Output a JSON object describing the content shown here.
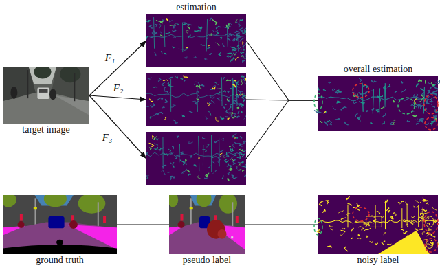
{
  "diagram": {
    "nodes": [
      {
        "text": [
          "target image"
        ]
      },
      {
        "text": [
          "estimation"
        ]
      },
      {
        "text": []
      },
      {
        "text": []
      },
      {
        "text": [
          "overall estimation"
        ]
      },
      {
        "text": [
          "ground truth"
        ]
      },
      {
        "text": [
          "pseudo label"
        ]
      },
      {
        "text": [
          "noisy label"
        ]
      }
    ],
    "edges": [
      {
        "from": 0,
        "to": 1,
        "arrow": "to",
        "label": "F₁"
      },
      {
        "from": 0,
        "to": 2,
        "arrow": "to",
        "label": "F₂"
      },
      {
        "from": 0,
        "to": 3,
        "arrow": "to",
        "label": "F₃"
      },
      {
        "from": 1,
        "to": 4,
        "arrow": "none"
      },
      {
        "from": 2,
        "to": 4,
        "arrow": "none"
      },
      {
        "from": 3,
        "to": 4,
        "arrow": "none"
      },
      {
        "from": 5,
        "to": 6,
        "arrow": "none"
      },
      {
        "from": 6,
        "to": 7,
        "arrow": "none"
      }
    ]
  }
}
